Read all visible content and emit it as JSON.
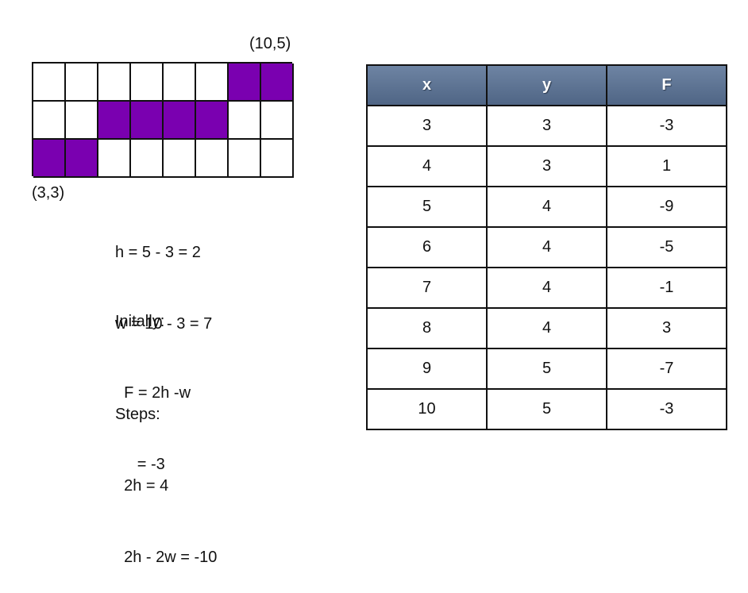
{
  "corner_labels": {
    "top_right": "(10,5)",
    "bottom_left": "(3,3)"
  },
  "grid": {
    "columns": 8,
    "rows": 3,
    "fill_color": "#7a00b0",
    "filled": [
      [
        0,
        0,
        0,
        0,
        0,
        0,
        1,
        1
      ],
      [
        0,
        0,
        1,
        1,
        1,
        1,
        0,
        0
      ],
      [
        1,
        1,
        0,
        0,
        0,
        0,
        0,
        0
      ]
    ]
  },
  "notes": {
    "calc_lines": [
      "h = 5 - 3 = 2",
      "w = 10 - 3 = 7"
    ],
    "initial_lines": [
      "Initally:",
      "  F = 2h -w",
      "     = -3"
    ],
    "steps_lines": [
      "Steps:",
      "  2h = 4",
      "  2h - 2w = -10"
    ]
  },
  "table": {
    "headers": [
      "x",
      "y",
      "F"
    ],
    "header_color": "#5a6f8f",
    "rows": [
      [
        "3",
        "3",
        "-3"
      ],
      [
        "4",
        "3",
        "1"
      ],
      [
        "5",
        "4",
        "-9"
      ],
      [
        "6",
        "4",
        "-5"
      ],
      [
        "7",
        "4",
        "-1"
      ],
      [
        "8",
        "4",
        "3"
      ],
      [
        "9",
        "5",
        "-7"
      ],
      [
        "10",
        "5",
        "-3"
      ]
    ]
  }
}
